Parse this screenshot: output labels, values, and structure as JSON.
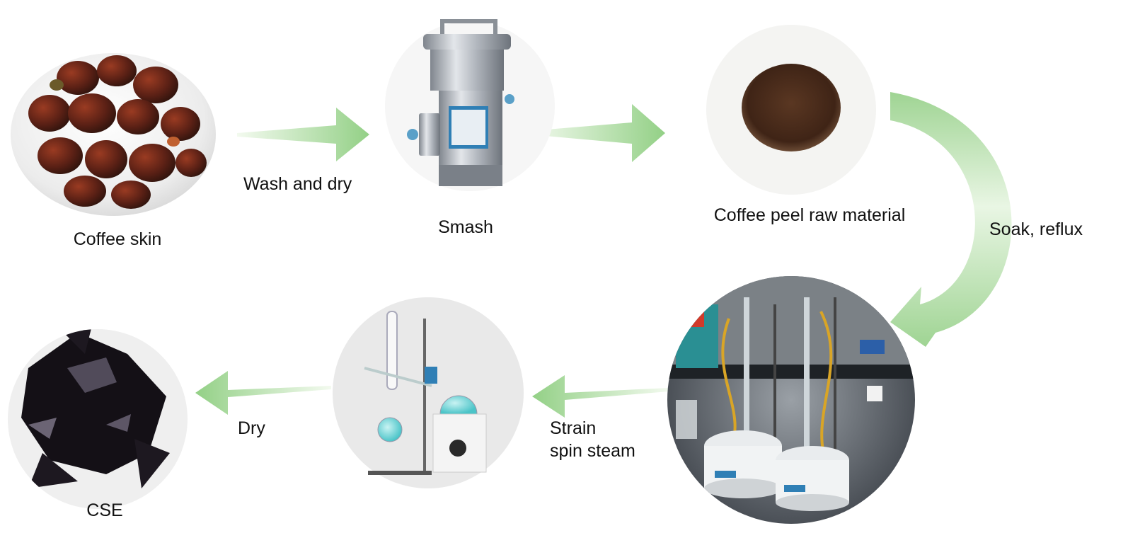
{
  "steps": {
    "coffee_skin": "Coffee skin",
    "smash": "Smash",
    "coffee_peel_raw_material": "Coffee peel raw material",
    "reflux_apparatus": "",
    "rotary_evaporator": "",
    "cse": "CSE"
  },
  "transitions": {
    "wash_and_dry": "Wash and dry",
    "smash_to_powder": "",
    "soak_reflux": "Soak, reflux",
    "strain_line1": "Strain",
    "strain_line2": "spin steam",
    "dry": "Dry"
  },
  "colors": {
    "arrow_light": "#eef7e8",
    "arrow_dark": "#9fd493",
    "coffee_dark": "#3a1d12",
    "coffee_red": "#7a2a1a",
    "steel": "#b8bcc2",
    "cse_black": "#141016"
  }
}
